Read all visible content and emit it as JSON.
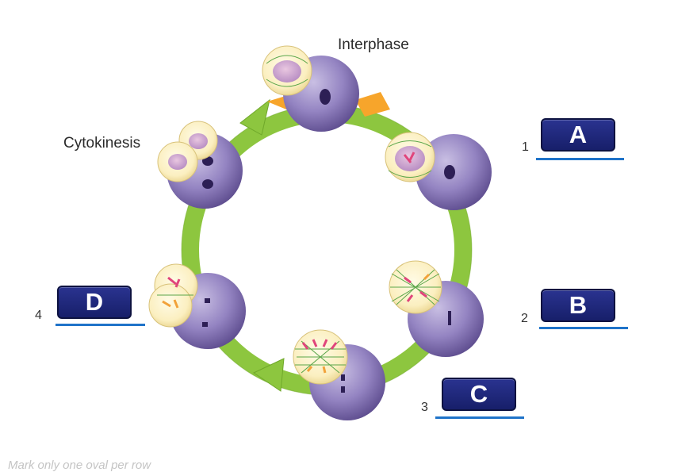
{
  "labels": {
    "interphase": "Interphase",
    "cytokinesis": "Cytokinesis"
  },
  "blanks": [
    {
      "number": "1",
      "letter": "A"
    },
    {
      "number": "2",
      "letter": "B"
    },
    {
      "number": "3",
      "letter": "C"
    },
    {
      "number": "4",
      "letter": "D"
    }
  ],
  "footer": "Mark only one oval per row",
  "colors": {
    "cycle_arrow": "#8dc63f",
    "interphase_arrow": "#f7a52b",
    "cell_purple": "#7c6aa8",
    "answer_box": "#1f2980",
    "answer_line": "#1f73c9"
  }
}
